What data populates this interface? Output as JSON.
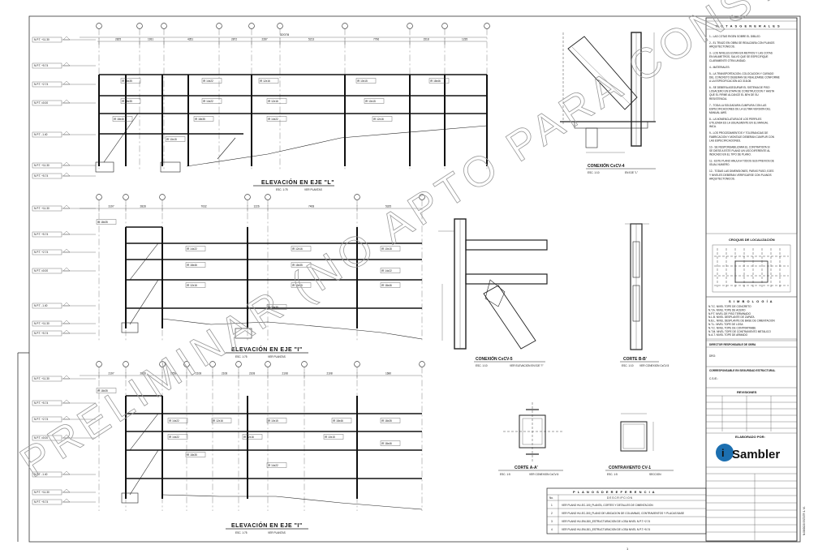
{
  "notes": {
    "title": "N O T A S   G E N E R A L E S",
    "items": [
      "1.- LAS COTAS RIGEN SOBRE EL DIBUJO.",
      "2.- EL TRAZO EN OBRA SE REALIZARA CON PLANOS ARQUITECTONICOS.",
      "3.- LOS NIVELES ESTAN EN METROS Y LAS COTAS EN MILIMETROS, SALVO QUE SE ESPECIFIQUE CLARAMENTE OTRA UNIDAD.",
      "4.- MATERIALES:",
      "5.- LA TRANSPORTACION, COLOCACION Y CURADO DEL CONCRETO DEBERAN SE REALIZARSE CONFORME A LA ESPECIFICACION ACI 318-08.",
      "6.- SE DEBERA ASEGURAR EL SISTEMA DE PISO LOSACERO EN ETAPA DE CONSTRUCCION Y HASTA QUE EL FIRME ALCANCE EL 80% DE SU RESISTENCIA.",
      "7.- TODA LA SOLDADURA CUMPLIRA CON LAS ESPECIFICACIONES DE LA ULTIMA VERSION DEL MANUAL AWS.",
      "8.- LA NOMENCLATURA DE LOS PERFILES UTILIZADA ES LA USUALMENTE EN EL MANUAL IMCA.",
      "9.- LOS PROCEDIMIENTOS Y TOLERANCIAS DE FABRICACION Y MONTAJE DEBERAN CUMPLIR CON LAS ESPECIFICACIONES.",
      "10.- SE RESPONSABILIZARA EL CONTRATISTA SI SE DIESE A ESTE PLANO UN USO DIFERENTE AL INDICADO EN EL TIPO DE PLANO.",
      "11.- ESTE PLANO ANULA A TODOS SUS PREVIOS DE IGUAL NUMERO.",
      "12.- TODAS LAS DIMENSIONES, PARAS PUSO, EJES Y NIVELES DEBERAN VERIFICARSE CON PLANOS ARQUITECTONICOS."
    ]
  },
  "croquis": {
    "title": "CROQUIS DE LOCALIZACIÓN"
  },
  "simbologia": {
    "title": "S I M B O L O G Í A",
    "items": [
      "N.T.C.  NIVEL TOPE DE CONCRETO",
      "N.T.A.  NIVEL TOPE DE ACERO",
      "N.P.T.  NIVEL DE PISO TERMINADO",
      "N.L.B.  NIVEL DESPLANTE DE ZAPATA",
      "N.B.L.  NIVEL DESPLANTE DE BASE DE CIMENTACION",
      "N.T.L.  NIVEL TOPE DE LOSA",
      "N.T.C.  NIVEL TOPE DE CONTRATRABE",
      "N.T.M.  NIVEL TOPE DE CONTRAVIENTO METALICO",
      "N.A.T.  NIVEL TOPE DE ARMADO"
    ]
  },
  "titleblock": {
    "director": "DIRECTOR RESPONSABLE DE OBRA",
    "dro": "DRO:",
    "seguridad": "CORRESPONSABLE EN SEGURIDAD ESTRUCTURAL",
    "csye": "C.S./E.:",
    "revisiones": "REVISIONES",
    "elaborado": "ELABORADO POR:",
    "logo_text": "Sambler",
    "logo_initial": "i",
    "side_text": "N:08/2020 ESTATR 1. M."
  },
  "referencias": {
    "title": "P L A N O S   D E   R E F E R E N C I A",
    "col_no": "No.",
    "col_desc": "D E S C R I P C I O N",
    "rows": [
      {
        "no": "1",
        "desc": "VER PLANO HU-EC-100_PLANTA, CORTES Y DETALLES DE CIMENTACION"
      },
      {
        "no": "2",
        "desc": "VER PLANO HU-EC-300_PLANO DE UBICACION DE COLUMNAS, CONTRAVIENTOS Y PLACAS BASE"
      },
      {
        "no": "3",
        "desc": "VER PLANO HU-EM-300_ESTRUCTURACION DE LOSA NIVEL N.P.T.+2.74"
      },
      {
        "no": "4",
        "desc": "VER PLANO HU-EM-301_ESTRUCTURACION DE LOSA NIVEL N.P.T.+5.74"
      }
    ]
  },
  "views": {
    "elev1": {
      "title": "ELEVACIÓN EN EJE \"L\"",
      "scale": "ESC. 1:75",
      "ref": "VER PLANTAS"
    },
    "elev2": {
      "title": "ELEVACIÓN EN EJE \"I\"",
      "scale": "ESC. 1:75",
      "ref": "VER PLANTAS"
    },
    "elev3": {
      "title": "ELEVACIÓN EN EJE \"I\"",
      "scale": "ESC. 1:75",
      "ref": "VER PLANTAS"
    },
    "con4": {
      "title": "CONEXIÓN CxCV-4",
      "scale": "ESC. 1:10",
      "ref": "EN EJE \"L\""
    },
    "con5": {
      "title": "CONEXIÓN CxCV-5",
      "scale": "ESC. 1:10",
      "ref": "VER ELEVACION EN EJE \"I\""
    },
    "corteB": {
      "title": "CORTE B-B'",
      "scale": "ESC. 1:10",
      "ref": "VER CONEXION CxCV-5"
    },
    "corteA": {
      "title": "CORTE A-A'",
      "scale": "ESC. 1:5",
      "ref": "VER CONEXION CxCV-5"
    },
    "cv1": {
      "title": "CONTRAVIENTO CV-1",
      "scale": "ESC. 1:5",
      "ref": "SECCION"
    }
  },
  "dims": {
    "elev1_total": "32078",
    "elev1_spans": [
      "2825",
      "1931",
      "4351",
      "2872",
      "2287",
      "5213",
      "7796",
      "1518",
      "1235"
    ],
    "elev2_spans": [
      "3197",
      "2828",
      "7032",
      "1226",
      "7408",
      "5325"
    ],
    "elev3_spans": [
      "2197",
      "2828",
      "1758",
      "2108",
      "2108",
      "2108",
      "2108",
      "2108",
      "1680"
    ]
  },
  "levels": [
    "N.P.T. +11.30",
    "N.P.T. +5.74",
    "N.P.T. +2.74",
    "N.P.T. ±0.00",
    "N.P.T. -1.40"
  ],
  "members": [
    "IR 18x35",
    "IR 14x22",
    "IR 12x16",
    "IR 10x15",
    "IR 18x46"
  ],
  "watermark": "PRELIMINAR (NO APTO PARA CONSTRUCCIÓN)",
  "page_number": "1"
}
